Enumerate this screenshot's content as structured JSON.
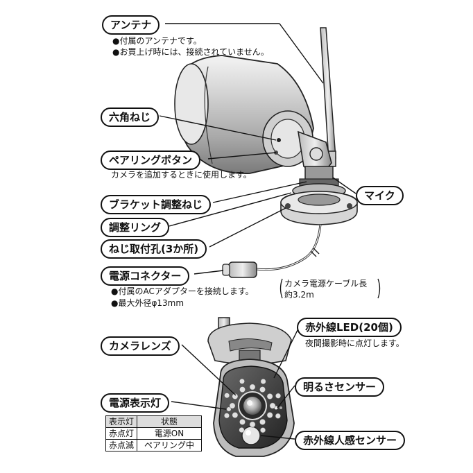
{
  "labels": {
    "antenna": "アンテナ",
    "hex_screw": "六角ねじ",
    "pairing_button": "ペアリングボタン",
    "bracket_screw": "ブラケット調整ねじ",
    "adjust_ring": "調整リング",
    "screw_holes": "ねじ取付孔(3か所)",
    "power_connector": "電源コネクター",
    "mic": "マイク",
    "ir_led": "赤外線LED(20個)",
    "camera_lens": "カメラレンズ",
    "light_sensor": "明るさセンサー",
    "power_indicator": "電源表示灯",
    "pir_sensor": "赤外線人感センサー"
  },
  "notes": {
    "antenna_1": "●付属のアンテナです。",
    "antenna_2": "●お買上げ時には、接続されていません。",
    "pairing": "カメラを追加するときに使用します。",
    "connector_1": "●付属のACアダプターを接続します。",
    "connector_2": "●最大外径φ13mm",
    "cable_1": "カメラ電源ケーブル長",
    "cable_2": "約3.2m",
    "ir_led": "夜間撮影時に点灯します。"
  },
  "indicator_table": {
    "headers": [
      "表示灯",
      "状態"
    ],
    "rows": [
      [
        "赤点灯",
        "電源ON"
      ],
      [
        "赤点滅",
        "ペアリング中"
      ]
    ]
  }
}
